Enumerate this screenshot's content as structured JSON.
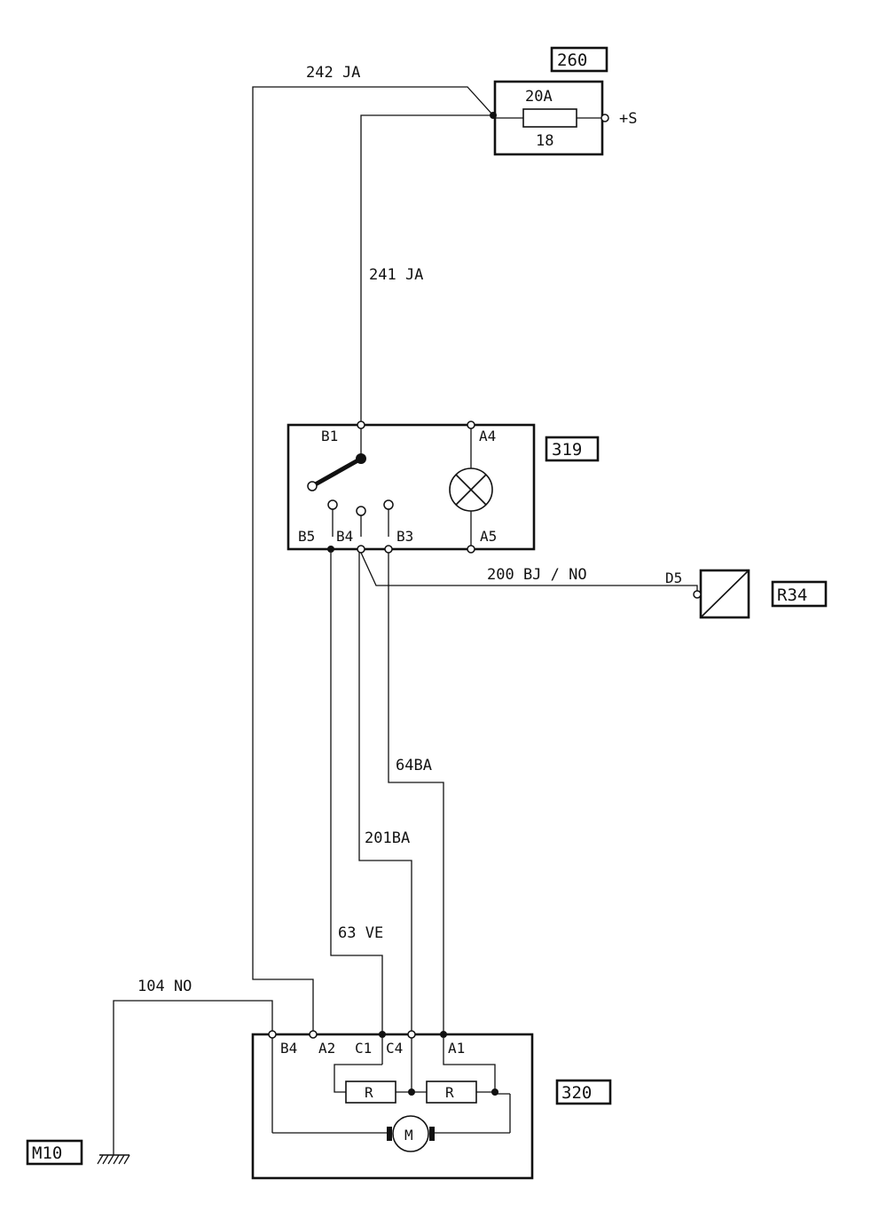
{
  "components": {
    "fuse_box": {
      "id": "260",
      "fuse_rating": "20A",
      "fuse_number": "18",
      "supply": "+S"
    },
    "switch": {
      "id": "319",
      "pins": [
        "B1",
        "A4",
        "B5",
        "B4",
        "B3",
        "A5"
      ]
    },
    "connector": {
      "id": "R34",
      "pin": "D5"
    },
    "motor_unit": {
      "id": "320",
      "pins": [
        "B4",
        "A2",
        "C1",
        "C4",
        "A1"
      ],
      "resistor_label": "R",
      "motor_label": "M"
    },
    "ground": {
      "id": "M10"
    }
  },
  "wires": {
    "w242": "242 JA",
    "w241": "241 JA",
    "w200": "200 BJ / NO",
    "w64": "64BA",
    "w201": "201BA",
    "w63": "63 VE",
    "w104": "104 NO"
  }
}
